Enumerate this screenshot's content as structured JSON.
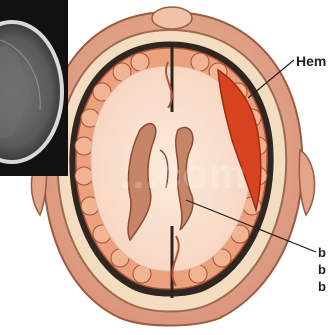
{
  "labels": {
    "top": "Hem",
    "bottom": [
      "b",
      "b",
      "b"
    ]
  },
  "watermark": "...com",
  "colors": {
    "scalp": "#e3a98a",
    "skull_outer": "#f3d7b8",
    "cortex": "#f0b28f",
    "white_matter": "#fbe1cd",
    "ventricle": "#c98a70",
    "hemorrhage": "#d8431f",
    "ct_inset_bg": "#111111"
  }
}
